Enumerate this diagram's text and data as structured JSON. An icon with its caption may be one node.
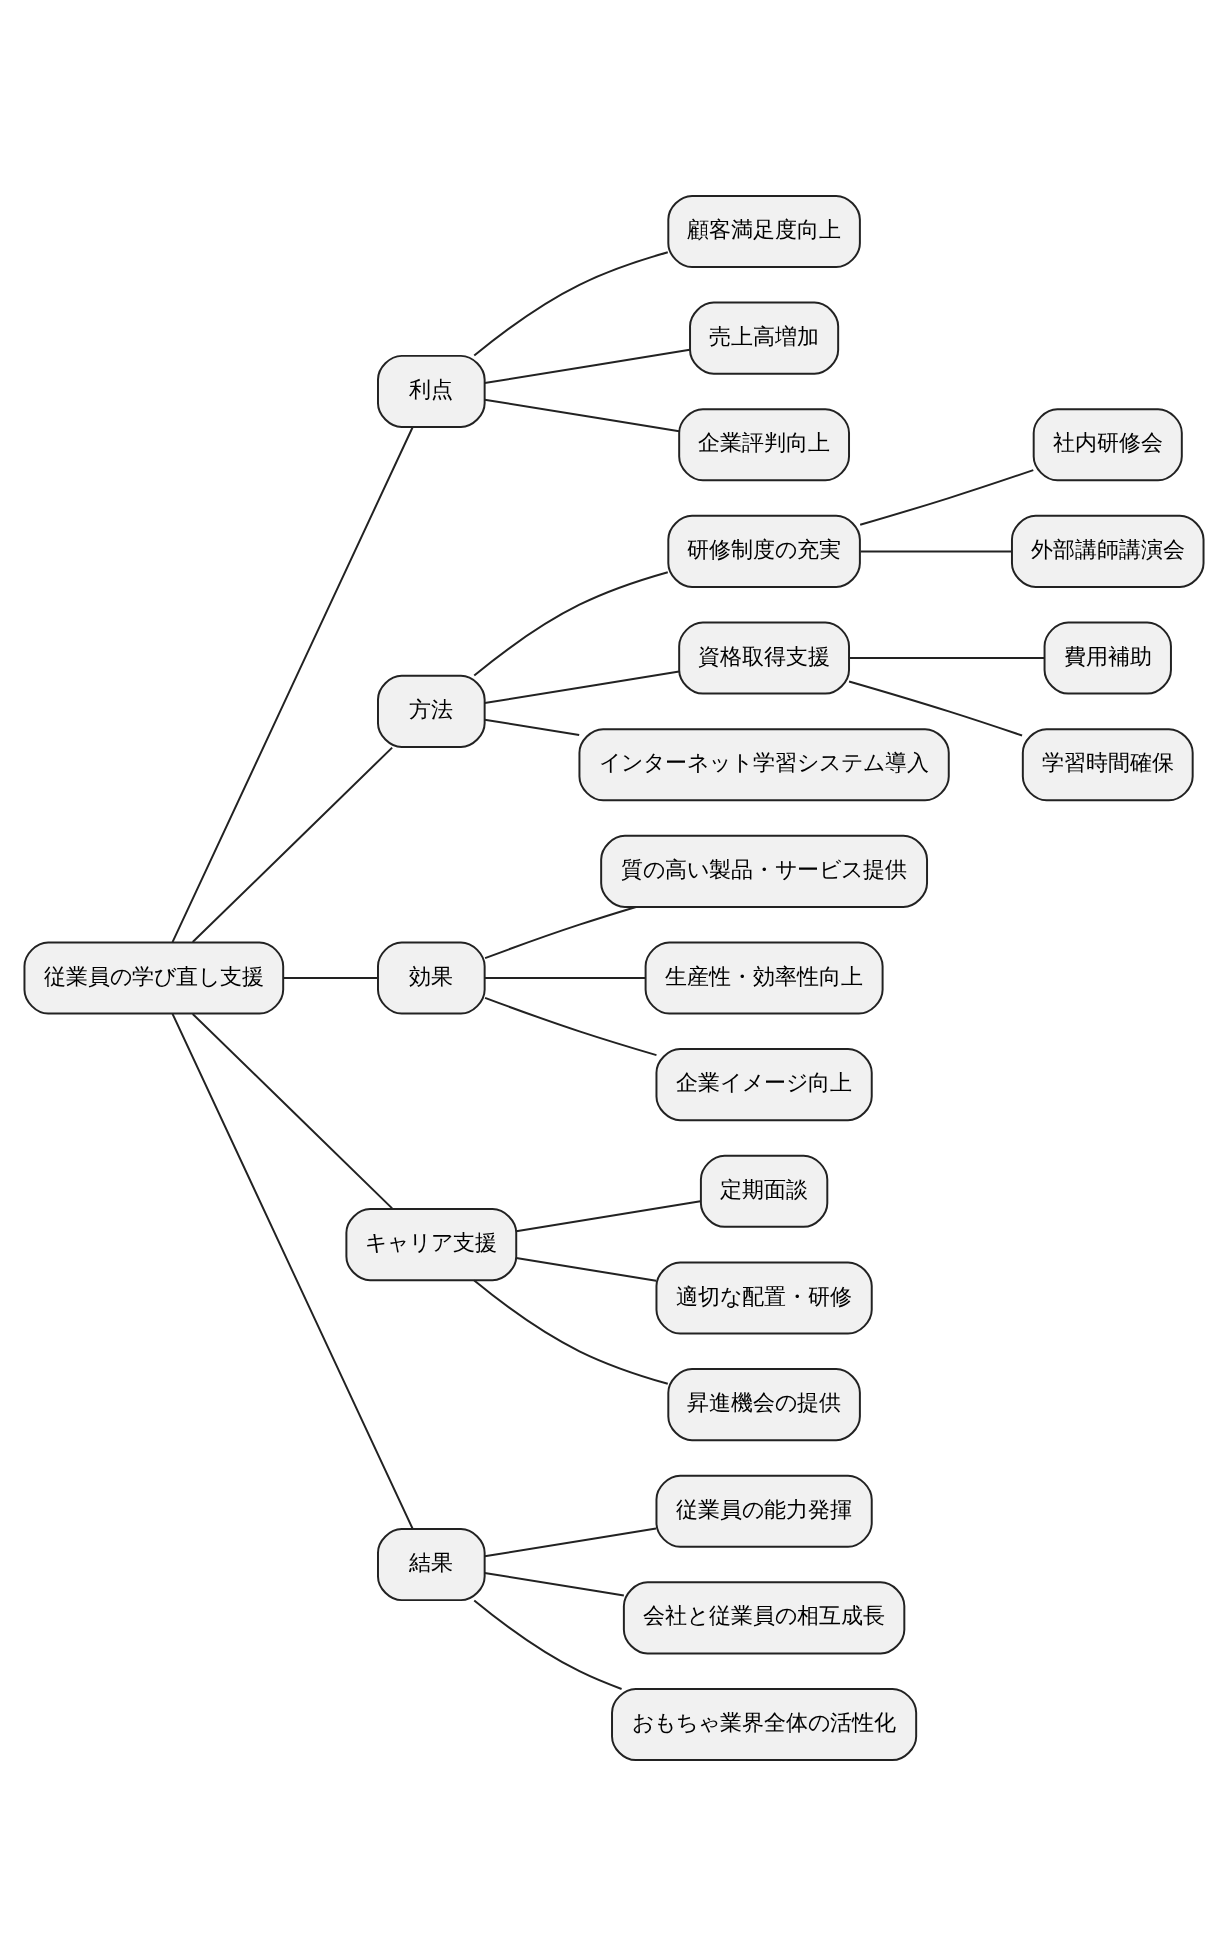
{
  "diagram": {
    "nodes": [
      {
        "text": [
          "従業員の学び直し支援"
        ]
      },
      {
        "text": [
          "利点"
        ]
      },
      {
        "text": [
          "顧客満足度向上"
        ]
      },
      {
        "text": [
          "売上高増加"
        ]
      },
      {
        "text": [
          "企業評判向上"
        ]
      },
      {
        "text": [
          "方法"
        ]
      },
      {
        "text": [
          "研修制度の充実"
        ]
      },
      {
        "text": [
          "社内研修会"
        ]
      },
      {
        "text": [
          "外部講師講演会"
        ]
      },
      {
        "text": [
          "資格取得支援"
        ]
      },
      {
        "text": [
          "費用補助"
        ]
      },
      {
        "text": [
          "学習時間確保"
        ]
      },
      {
        "text": [
          "インターネット学習システム導入"
        ]
      },
      {
        "text": [
          "効果"
        ]
      },
      {
        "text": [
          "質の高い製品・サービス提供"
        ]
      },
      {
        "text": [
          "生産性・効率性向上"
        ]
      },
      {
        "text": [
          "企業イメージ向上"
        ]
      },
      {
        "text": [
          "キャリア支援"
        ]
      },
      {
        "text": [
          "定期面談"
        ]
      },
      {
        "text": [
          "適切な配置・研修"
        ]
      },
      {
        "text": [
          "昇進機会の提供"
        ]
      },
      {
        "text": [
          "結果"
        ]
      },
      {
        "text": [
          "従業員の能力発揮"
        ]
      },
      {
        "text": [
          "会社と従業員の相互成長"
        ]
      },
      {
        "text": [
          "おもちゃ業界全体の活性化"
        ]
      }
    ],
    "edges": [
      {
        "from": 0,
        "to": 1,
        "arrow": "none"
      },
      {
        "from": 1,
        "to": 2,
        "arrow": "none"
      },
      {
        "from": 1,
        "to": 3,
        "arrow": "none"
      },
      {
        "from": 1,
        "to": 4,
        "arrow": "none"
      },
      {
        "from": 0,
        "to": 5,
        "arrow": "none"
      },
      {
        "from": 5,
        "to": 6,
        "arrow": "none"
      },
      {
        "from": 6,
        "to": 7,
        "arrow": "none"
      },
      {
        "from": 6,
        "to": 8,
        "arrow": "none"
      },
      {
        "from": 5,
        "to": 9,
        "arrow": "none"
      },
      {
        "from": 9,
        "to": 10,
        "arrow": "none"
      },
      {
        "from": 9,
        "to": 11,
        "arrow": "none"
      },
      {
        "from": 5,
        "to": 12,
        "arrow": "none"
      },
      {
        "from": 0,
        "to": 13,
        "arrow": "none"
      },
      {
        "from": 13,
        "to": 14,
        "arrow": "none"
      },
      {
        "from": 13,
        "to": 15,
        "arrow": "none"
      },
      {
        "from": 13,
        "to": 16,
        "arrow": "none"
      },
      {
        "from": 0,
        "to": 17,
        "arrow": "none"
      },
      {
        "from": 17,
        "to": 18,
        "arrow": "none"
      },
      {
        "from": 17,
        "to": 19,
        "arrow": "none"
      },
      {
        "from": 17,
        "to": 20,
        "arrow": "none"
      },
      {
        "from": 0,
        "to": 21,
        "arrow": "none"
      },
      {
        "from": 21,
        "to": 22,
        "arrow": "none"
      },
      {
        "from": 21,
        "to": 23,
        "arrow": "none"
      },
      {
        "from": 21,
        "to": 24,
        "arrow": "none"
      }
    ]
  }
}
